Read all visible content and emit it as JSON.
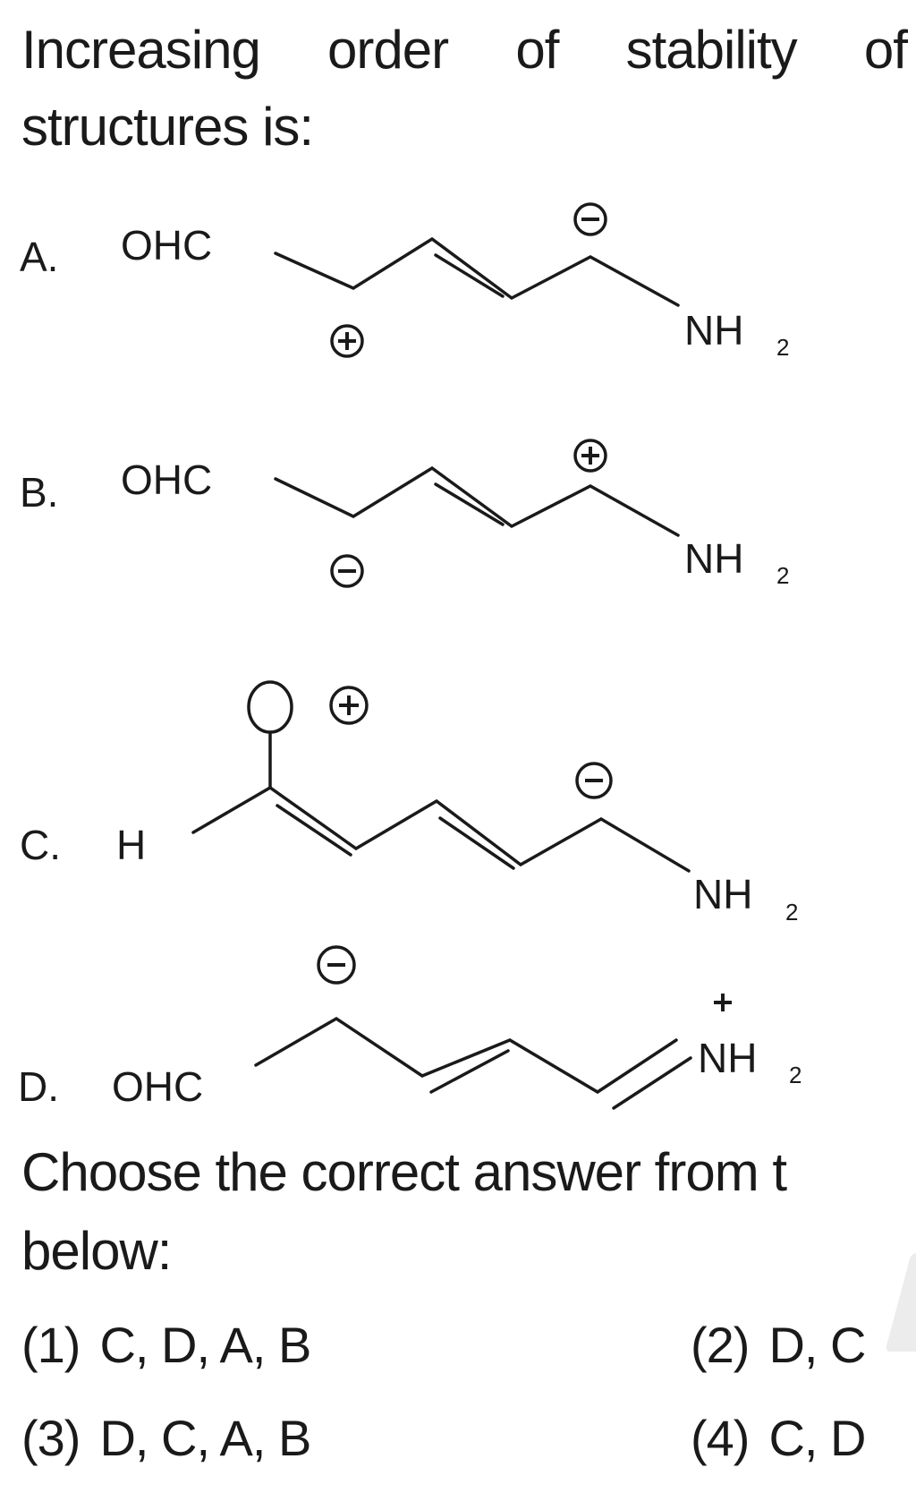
{
  "question": {
    "line1_words": [
      "Increasing",
      "order",
      "of",
      "stability",
      "of"
    ],
    "line2": "structures is:"
  },
  "structures": [
    {
      "label": "A.",
      "left_group": "OHC",
      "right_group": "NH",
      "right_sub": "2",
      "charges": [
        {
          "sign": "+",
          "position": "C2 below"
        },
        {
          "sign": "-",
          "position": "C5 above"
        }
      ]
    },
    {
      "label": "B.",
      "left_group": "OHC",
      "right_group": "NH",
      "right_sub": "2",
      "charges": [
        {
          "sign": "-",
          "position": "C2 below"
        },
        {
          "sign": "+",
          "position": "C5 above"
        }
      ]
    },
    {
      "label": "C.",
      "left_group": "H",
      "right_group": "NH",
      "right_sub": "2",
      "charges": [
        {
          "sign": "+",
          "position": "O (circle) right"
        },
        {
          "sign": "-",
          "position": "C6 above"
        }
      ]
    },
    {
      "label": "D.",
      "left_group": "OHC",
      "right_group": "NH",
      "right_sub": "2",
      "right_charge": "+",
      "charges": [
        {
          "sign": "-",
          "position": "C2 above"
        }
      ]
    }
  ],
  "instruction": {
    "line1": "Choose the correct answer from t",
    "line2": "below:"
  },
  "options": [
    {
      "num": "(1)",
      "text": "C, D, A, B"
    },
    {
      "num": "(2)",
      "text": "D, C"
    },
    {
      "num": "(3)",
      "text": "D, C, A, B"
    },
    {
      "num": "(4)",
      "text": "C, D"
    }
  ]
}
